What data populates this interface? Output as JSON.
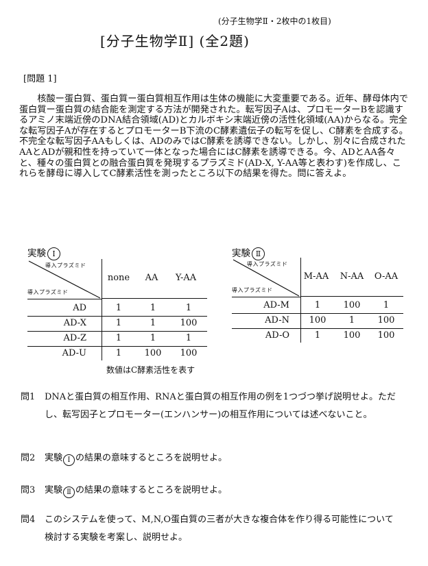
{
  "header": {
    "note": "(分子生物学Ⅱ・2枚中の1枚目)",
    "title": "[分子生物学Ⅱ] (全2題)"
  },
  "problem": {
    "label": "[問題 1]",
    "paragraph": "核酸ー蛋白質、蛋白質ー蛋白質相互作用は生体の機能に大変重要である。近年、酵母体内で蛋白質ー蛋白質の結合能を測定する方法が開発された。転写因子Aは、プロモーターBを認識するアミノ末端近傍のDNA結合領域(AD)とカルボキシ末端近傍の活性化領域(AA)からなる。完全な転写因子Aが存在するとプロモーターB下流のC酵素遺伝子の転写を促し、C酵素を合成する。不完全な転写因子AAもしくは、ADのみではC酵素を誘導できない。しかし、別々に合成されたAAとADが親和性を持っていて一体となった場合にはC酵素を誘導できる。今、ADとAA各々と、種々の蛋白質との融合蛋白質を発現するプラズミド(AD-X, Y-AA等と表わす)を作成し、これらを酵母に導入してC酵素活性を測ったところ以下の結果を得た。問に答えよ。"
  },
  "experiment1": {
    "label": "実験",
    "num": "Ⅰ",
    "header_top": "導入プラズミド",
    "header_left": "導入プラズミド",
    "columns": [
      "none",
      "AA",
      "Y-AA"
    ],
    "rows": [
      {
        "label": "AD",
        "values": [
          "1",
          "1",
          "1"
        ]
      },
      {
        "label": "AD-X",
        "values": [
          "1",
          "1",
          "100"
        ]
      },
      {
        "label": "AD-Z",
        "values": [
          "1",
          "1",
          "1"
        ]
      },
      {
        "label": "AD-U",
        "values": [
          "1",
          "100",
          "100"
        ]
      }
    ],
    "caption": "数値はC酵素活性を表す"
  },
  "experiment2": {
    "label": "実験",
    "num": "Ⅱ",
    "header_top": "導入プラズミド",
    "header_left": "導入プラズミド",
    "columns": [
      "M-AA",
      "N-AA",
      "O-AA"
    ],
    "rows": [
      {
        "label": "AD-M",
        "values": [
          "1",
          "100",
          "1"
        ]
      },
      {
        "label": "AD-N",
        "values": [
          "100",
          "1",
          "100"
        ]
      },
      {
        "label": "AD-O",
        "values": [
          "1",
          "100",
          "100"
        ]
      }
    ]
  },
  "questions": [
    {
      "num": "問1",
      "text": "DNAと蛋白質の相互作用、RNAと蛋白質の相互作用の例を1つづつ挙げ説明せよ。ただし、転写因子とプロモーター(エンハンサー)の相互作用については述べないこと。"
    },
    {
      "num": "問2",
      "pre": "実験",
      "circ": "Ⅰ",
      "post": "の結果の意味するところを説明せよ。"
    },
    {
      "num": "問3",
      "pre": "実験",
      "circ": "Ⅱ",
      "post": "の結果の意味するところを説明せよ。"
    },
    {
      "num": "問4",
      "text": "このシステムを使って、M,N,O蛋白質の三者が大きな複合体を作り得る可能性について検討する実験を考案し、説明せよ。"
    }
  ]
}
